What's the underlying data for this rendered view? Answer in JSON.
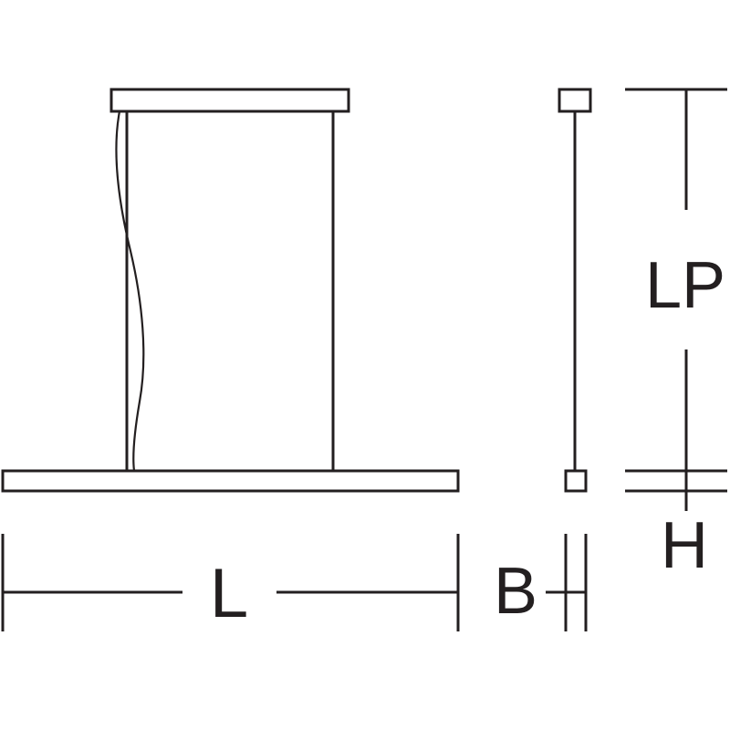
{
  "labels": {
    "length": "L",
    "width": "B",
    "pendant_length": "LP",
    "height": "H"
  },
  "colors": {
    "line": "#231f20",
    "background": "#ffffff"
  }
}
